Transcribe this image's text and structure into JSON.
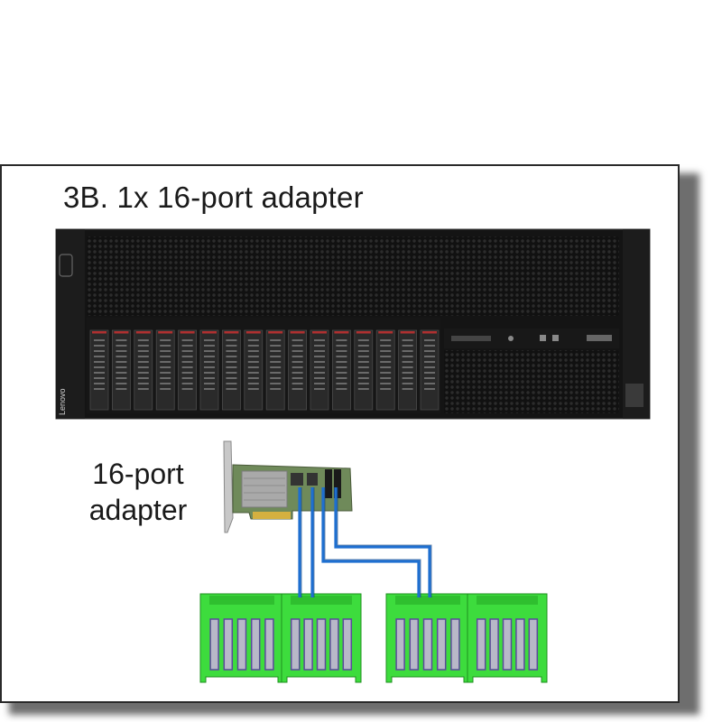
{
  "title": "3B. 1x 16-port adapter",
  "adapter_label_line1": "16-port",
  "adapter_label_line2": "adapter",
  "server_brand": "Lenovo",
  "colors": {
    "chassis": "#141414",
    "drive_bay": "#2a2a2a",
    "backplane": "#3ddc3d",
    "cable": "#1e6fd0",
    "panel_border": "#2a2a2a"
  },
  "drive_bays": 16,
  "backplanes": 4
}
